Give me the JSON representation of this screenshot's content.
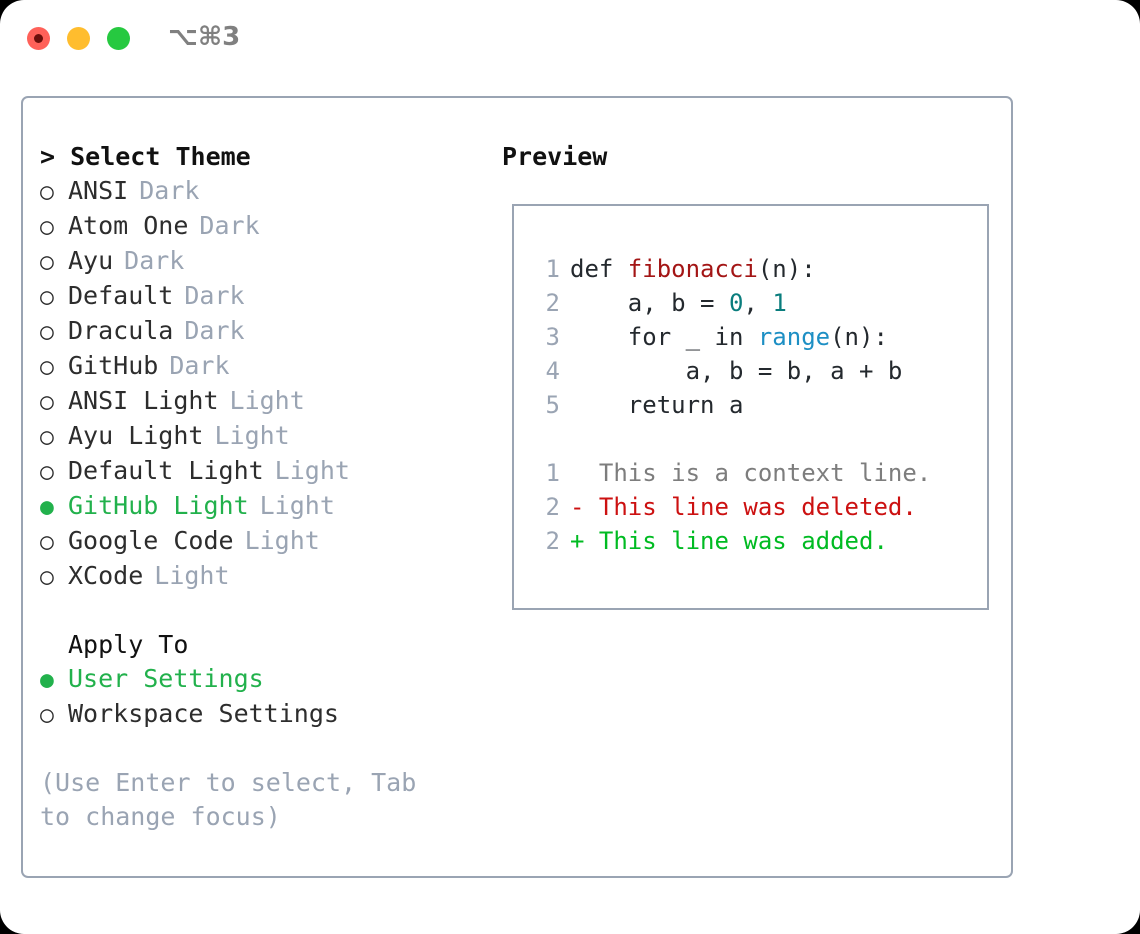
{
  "titlebar": {
    "shortcut": "⌥⌘3",
    "buttons": {
      "close": "close",
      "minimize": "minimize",
      "maximize": "maximize"
    }
  },
  "theme_picker": {
    "heading": "> Select Theme",
    "items": [
      {
        "bullet": "○",
        "label": "ANSI",
        "variant": "Dark",
        "selected": false
      },
      {
        "bullet": "○",
        "label": "Atom One",
        "variant": "Dark",
        "selected": false
      },
      {
        "bullet": "○",
        "label": "Ayu",
        "variant": "Dark",
        "selected": false
      },
      {
        "bullet": "○",
        "label": "Default",
        "variant": "Dark",
        "selected": false
      },
      {
        "bullet": "○",
        "label": "Dracula",
        "variant": "Dark",
        "selected": false
      },
      {
        "bullet": "○",
        "label": "GitHub",
        "variant": "Dark",
        "selected": false
      },
      {
        "bullet": "○",
        "label": "ANSI Light",
        "variant": "Light",
        "selected": false
      },
      {
        "bullet": "○",
        "label": "Ayu Light",
        "variant": "Light",
        "selected": false
      },
      {
        "bullet": "○",
        "label": "Default Light",
        "variant": "Light",
        "selected": false
      },
      {
        "bullet": "●",
        "label": "GitHub Light",
        "variant": "Light",
        "selected": true
      },
      {
        "bullet": "○",
        "label": "Google Code",
        "variant": "Light",
        "selected": false
      },
      {
        "bullet": "○",
        "label": "XCode",
        "variant": "Light",
        "selected": false
      }
    ]
  },
  "apply_to": {
    "heading": "Apply To",
    "items": [
      {
        "bullet": "●",
        "label": "User Settings",
        "selected": true
      },
      {
        "bullet": "○",
        "label": "Workspace Settings",
        "selected": false
      }
    ]
  },
  "hint": "(Use Enter to select, Tab to change focus)",
  "preview": {
    "title": "Preview",
    "code_lines": [
      {
        "no": "1",
        "segments": [
          {
            "text": "def ",
            "type": "plain"
          },
          {
            "text": "fibonacci",
            "type": "fn"
          },
          {
            "text": "(n):",
            "type": "plain"
          }
        ]
      },
      {
        "no": "2",
        "segments": [
          {
            "text": "    a, b = ",
            "type": "plain"
          },
          {
            "text": "0",
            "type": "num"
          },
          {
            "text": ", ",
            "type": "plain"
          },
          {
            "text": "1",
            "type": "num"
          }
        ]
      },
      {
        "no": "3",
        "segments": [
          {
            "text": "    for _ in ",
            "type": "plain"
          },
          {
            "text": "range",
            "type": "call"
          },
          {
            "text": "(n):",
            "type": "plain"
          }
        ]
      },
      {
        "no": "4",
        "segments": [
          {
            "text": "        a, b = b, a + b",
            "type": "plain"
          }
        ]
      },
      {
        "no": "5",
        "segments": [
          {
            "text": "    return a",
            "type": "plain"
          }
        ]
      }
    ],
    "diff_lines": [
      {
        "no": "1",
        "marker": "  ",
        "text": "This is a context line.",
        "kind": "ctx"
      },
      {
        "no": "2",
        "marker": "- ",
        "text": "This line was deleted.",
        "kind": "del"
      },
      {
        "no": "2",
        "marker": "+ ",
        "text": "This line was added.",
        "kind": "add"
      }
    ]
  },
  "colors": {
    "accent_green": "#22b14c",
    "muted": "#9aa4b3",
    "border": "#9aa4b3",
    "fn_red": "#a31515",
    "num_teal": "#0a7d7d",
    "call_blue": "#1d8fc4",
    "diff_add": "#00bb22",
    "diff_del": "#cc1111"
  }
}
